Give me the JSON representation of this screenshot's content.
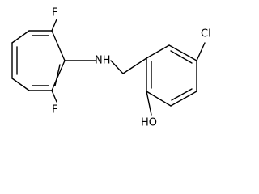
{
  "molecule": {
    "atoms": {
      "f_top": "F",
      "f_bottom": "F",
      "nh": "NH",
      "cl": "Cl",
      "oh": "HO"
    },
    "colors": {
      "bond": "#000000",
      "label": "#000000",
      "background": "#ffffff"
    }
  }
}
